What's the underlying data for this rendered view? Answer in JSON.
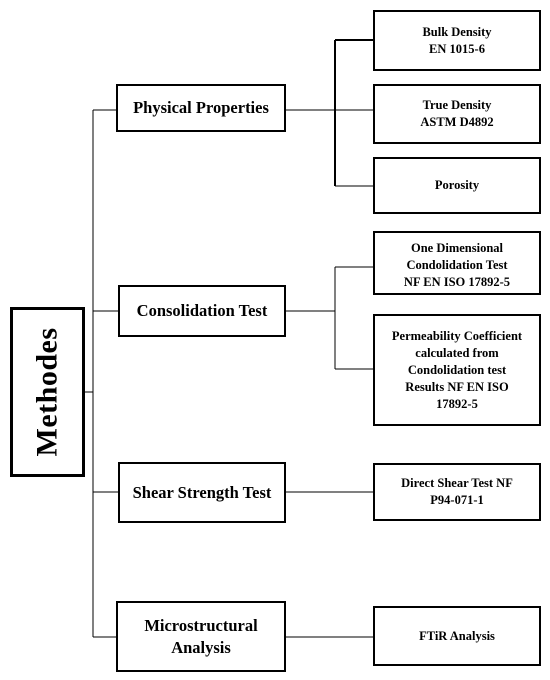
{
  "root": {
    "label": "Methodes"
  },
  "categories": [
    {
      "label": "Physical Properties"
    },
    {
      "label": "Consolidation Test"
    },
    {
      "label": "Shear Strength Test"
    },
    {
      "label": "Microstructural\nAnalysis"
    }
  ],
  "methods": [
    {
      "label": "Bulk Density\nEN 1015-6"
    },
    {
      "label": "True Density\nASTM D4892"
    },
    {
      "label": "Porosity"
    },
    {
      "label": "One Dimensional\nCondolidation Test\nNF EN ISO 17892-5"
    },
    {
      "label": "Permeability Coefficient\ncalculated from\nCondolidation test\nResults NF EN ISO\n17892-5"
    },
    {
      "label": "Direct Shear Test NF\nP94-071-1"
    },
    {
      "label": "FTiR Analysis"
    }
  ],
  "colors": {
    "box_border": "#000000",
    "connector": "#000000",
    "background": "#ffffff"
  }
}
